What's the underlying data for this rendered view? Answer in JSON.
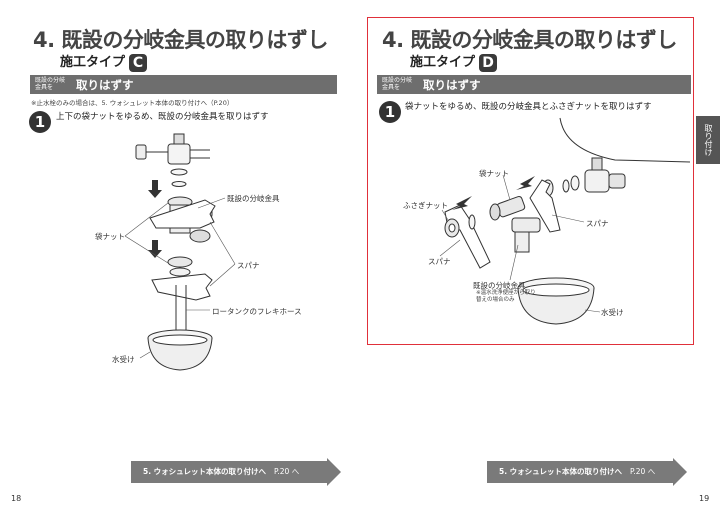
{
  "left_page": {
    "title": "4. 既設の分岐金具の取りはずし",
    "subtitle": "施工タイプ",
    "type": "C",
    "bar_small": "既設の分岐金具を",
    "bar_big": "取りはずす",
    "note": "※止水栓のみの場合は、5. ウォシュレット本体の取り付けへ（P.20）",
    "step_number": "1",
    "step_text": "上下の袋ナットをゆるめ、既設の分岐金具を取りはずす",
    "labels": {
      "branch": "既設の分岐金具",
      "nut": "袋ナット",
      "spanner": "スパナ",
      "hose": "ロータンクのフレキホース",
      "basin": "水受け"
    },
    "nav_text": "5. ウォシュレット本体の取り付けへ",
    "nav_page": "P.20 へ",
    "page_number": "18"
  },
  "right_page": {
    "title": "4. 既設の分岐金具の取りはずし",
    "subtitle": "施工タイプ",
    "type": "D",
    "bar_small": "既設の分岐金具を",
    "bar_big": "取りはずす",
    "step_number": "1",
    "step_text": "袋ナットをゆるめ、既設の分岐金具とふさぎナットを取りはずす",
    "labels": {
      "nut": "袋ナット",
      "cap_nut": "ふさぎナット",
      "spanner_right": "スパナ",
      "spanner_left": "スパナ",
      "branch": "既設の分岐金具",
      "branch_note1": "※温水洗浄便座から取り",
      "branch_note2": "替えの場合のみ",
      "basin": "水受け"
    },
    "nav_text": "5. ウォシュレット本体の取り付けへ",
    "nav_page": "P.20 へ",
    "page_number": "19",
    "side_tab": "取り付け"
  },
  "colors": {
    "highlight_border": "#e0303a",
    "bar": "#6e6e6e",
    "nav_arrow": "#7a7a7a"
  }
}
